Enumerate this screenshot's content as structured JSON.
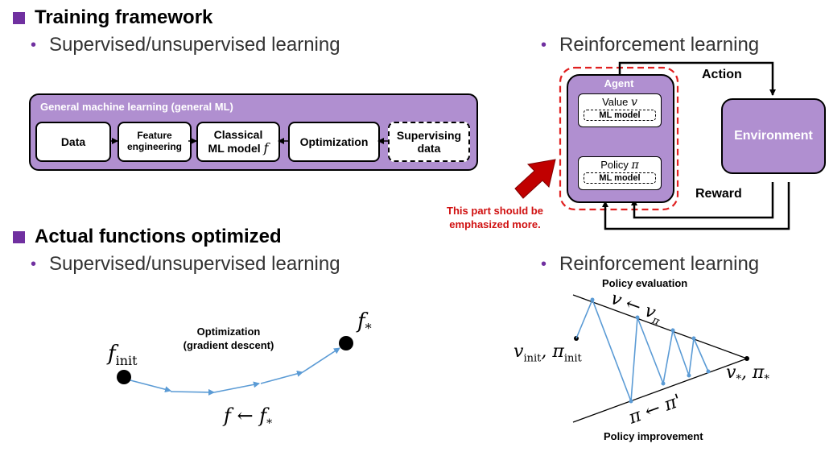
{
  "sections": {
    "training_title": "Training framework",
    "functions_title": "Actual functions optimized"
  },
  "bullets": {
    "sup_1": "Supervised/unsupervised learning",
    "rl_1": "Reinforcement learning",
    "sup_2": "Supervised/unsupervised learning",
    "rl_2": "Reinforcement learning"
  },
  "general_ml": {
    "title": "General machine learning (general ML)",
    "data": "Data",
    "feature_1": "Feature",
    "feature_2": "engineering",
    "classical_1": "Classical",
    "classical_2": "ML model",
    "classical_f": "f",
    "optimization": "Optimization",
    "supervising_1": "Supervising",
    "supervising_2": "data"
  },
  "rl_diagram": {
    "agent": "Agent",
    "value_label": "Value",
    "value_sym": "v",
    "policy_label": "Policy",
    "policy_sym": "π",
    "ml_model": "ML model",
    "environment": "Environment",
    "action": "Action",
    "reward": "Reward",
    "note_1": "This part should be",
    "note_2": "emphasized more."
  },
  "optimization_diagram": {
    "f_init": "f",
    "f_init_sub": "init",
    "f_star": "f",
    "f_star_sub": "*",
    "title_1": "Optimization",
    "title_2": "(gradient descent)",
    "update": "f ← f",
    "update_sub": "*"
  },
  "policy_diagram": {
    "eval": "Policy evaluation",
    "improve": "Policy improvement",
    "v_update": "v ← v",
    "v_update_sub": "π",
    "pi_update": "π ← π'",
    "init_v": "v",
    "init_v_sub": "init",
    "init_pi": ", π",
    "init_pi_sub": "init",
    "star": "v",
    "star_sub": "*",
    "star_pi": ", π",
    "star_pi_sub": "*"
  },
  "colors": {
    "accent": "#7030a0",
    "box_fill": "#b08fd0",
    "arrow_blue": "#5b9bd5",
    "red": "#e02020"
  }
}
